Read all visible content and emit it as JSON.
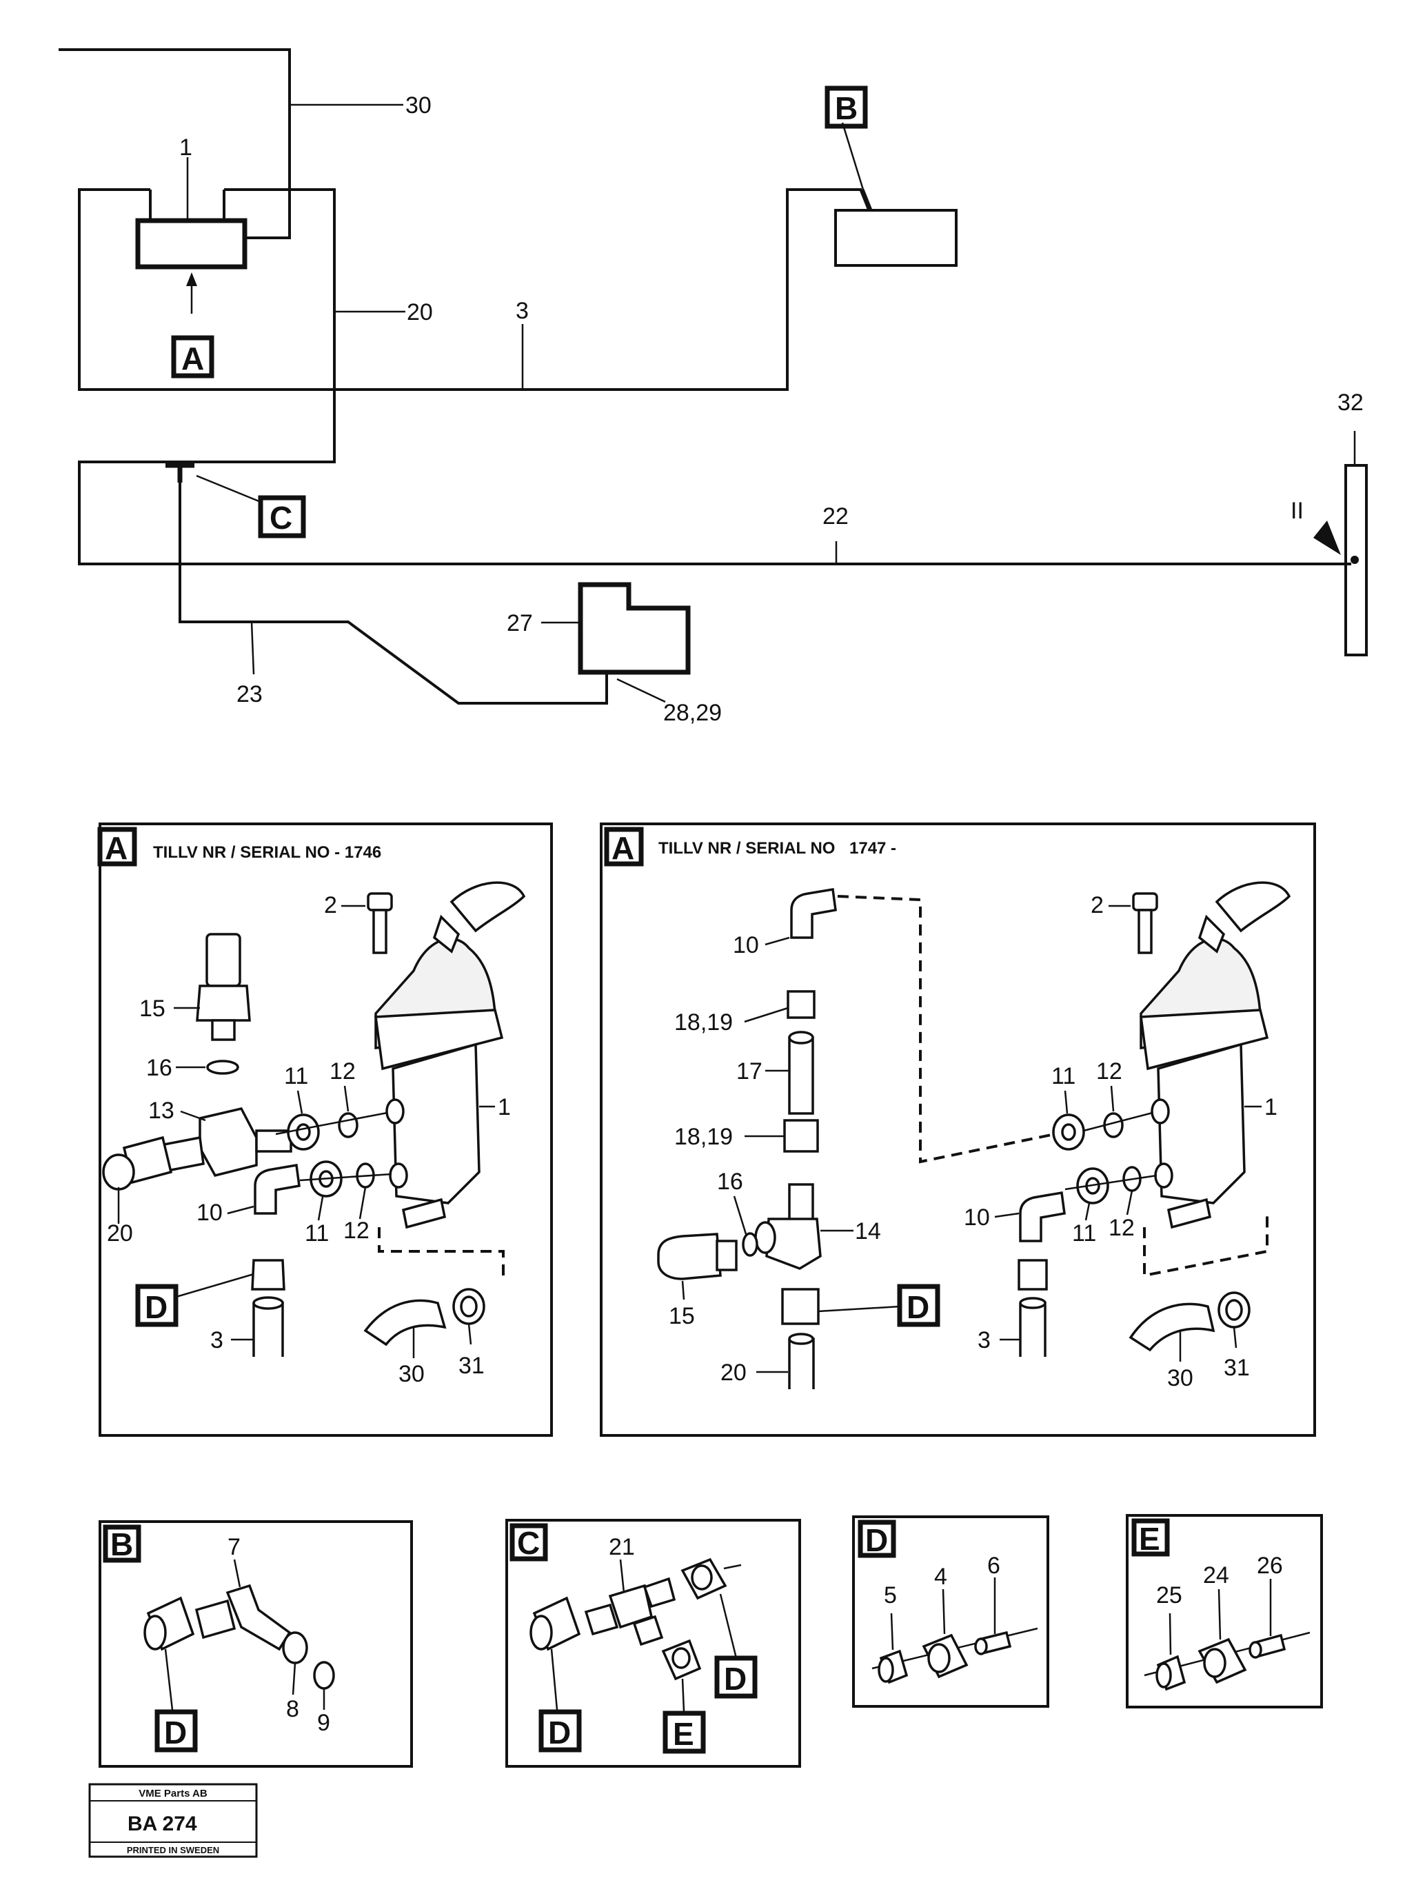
{
  "overview": {
    "ref_1": "1",
    "ref_3": "3",
    "ref_20": "20",
    "ref_22": "22",
    "ref_23": "23",
    "ref_27": "27",
    "ref_28_29": "28,29",
    "ref_30": "30",
    "ref_32": "32",
    "view_mark": "II",
    "callout_a": "A",
    "callout_b": "B",
    "callout_c": "C"
  },
  "detail_a_old": {
    "callout": "A",
    "caption": "TILLV NR / SERIAL NO - 1746",
    "labels": {
      "p2": "2",
      "p15": "15",
      "p16": "16",
      "p11": "11",
      "p12": "12",
      "p13": "13",
      "p1": "1",
      "p20": "20",
      "p10": "10",
      "p11b": "11",
      "p12b": "12",
      "p3": "3",
      "p30": "30",
      "p31": "31",
      "d": "D"
    }
  },
  "detail_a_new": {
    "callout": "A",
    "caption_prefix": "TILLV NR / SERIAL NO",
    "caption_value": "1747 -",
    "labels": {
      "p10": "10",
      "p18_19a": "18,19",
      "p17": "17",
      "p18_19b": "18,19",
      "p16": "16",
      "p14": "14",
      "p15": "15",
      "p20": "20",
      "d": "D",
      "p3": "3",
      "p2": "2",
      "p11": "11",
      "p12": "12",
      "p1": "1",
      "p10b": "10",
      "p11b": "11",
      "p12b": "12",
      "p30": "30",
      "p31": "31"
    }
  },
  "detail_b": {
    "callout": "B",
    "labels": {
      "p7": "7",
      "p8": "8",
      "p9": "9",
      "d": "D"
    }
  },
  "detail_c": {
    "callout": "C",
    "labels": {
      "p21": "21",
      "d1": "D",
      "d2": "D",
      "e": "E"
    }
  },
  "detail_d": {
    "callout": "D",
    "labels": {
      "p5": "5",
      "p4": "4",
      "p6": "6"
    }
  },
  "detail_e": {
    "callout": "E",
    "labels": {
      "p25": "25",
      "p24": "24",
      "p26": "26"
    }
  },
  "footer": {
    "company": "VME Parts AB",
    "code": "BA 274",
    "printed": "PRINTED IN SWEDEN"
  }
}
